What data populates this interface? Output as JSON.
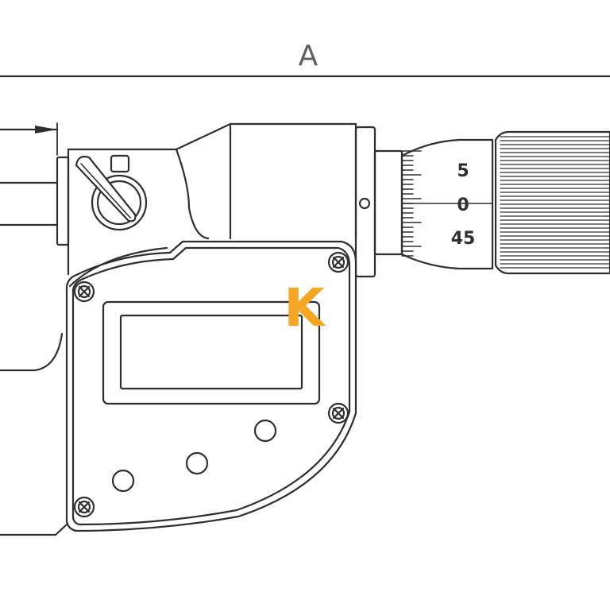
{
  "dimension": {
    "label": "A"
  },
  "callout": {
    "label": "K",
    "color": "#f5a623"
  },
  "thimble_scale": {
    "labels": [
      "5",
      "0",
      "45"
    ]
  },
  "colors": {
    "line": "#2f2f2f",
    "background": "#ffffff"
  }
}
